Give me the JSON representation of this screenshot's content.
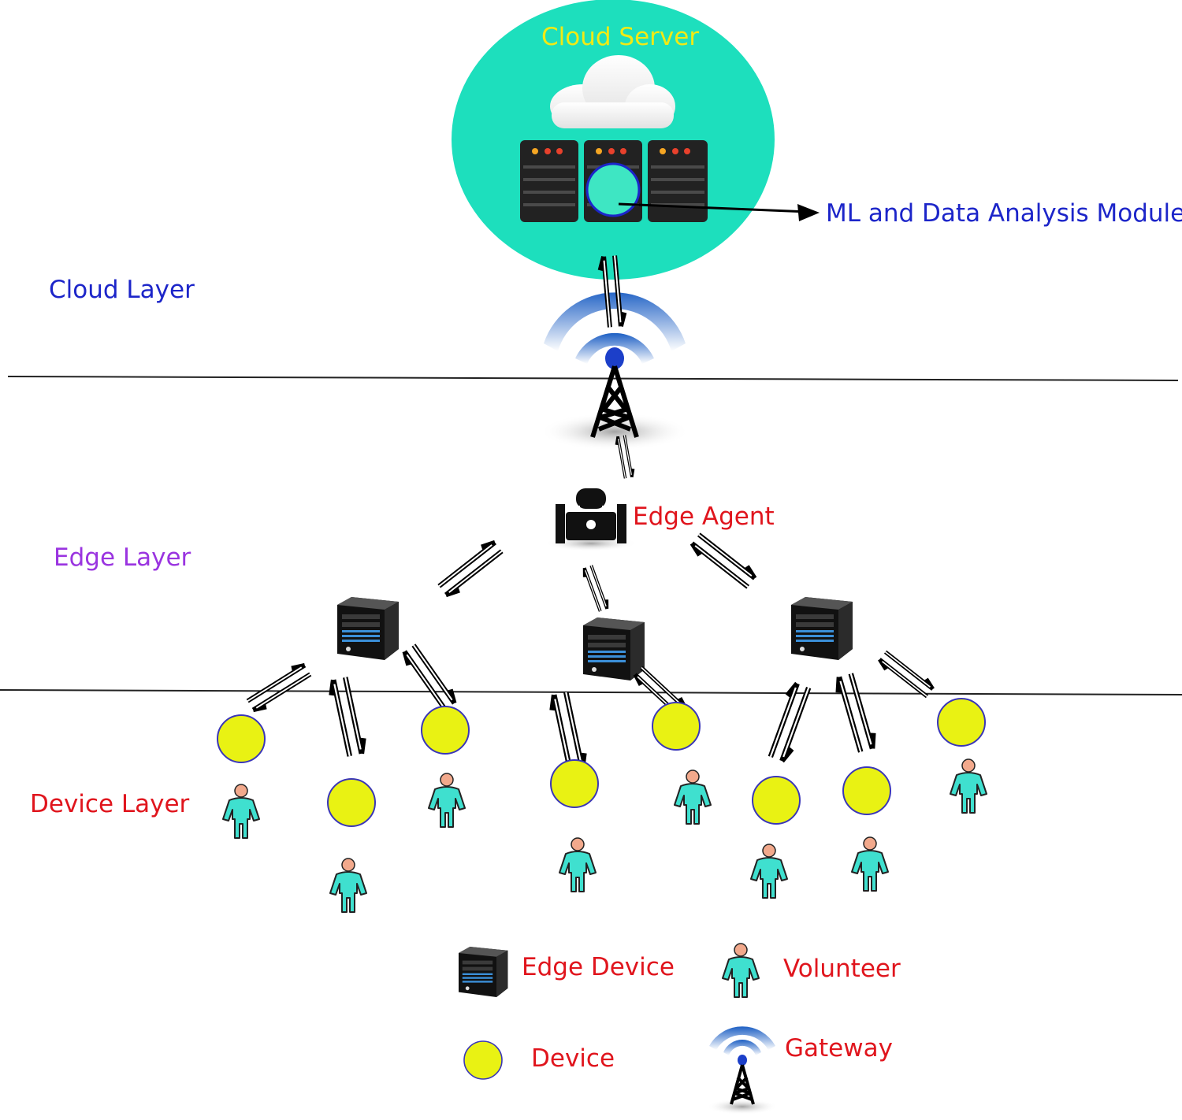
{
  "layers": {
    "cloud": {
      "label": "Cloud Layer",
      "color": "#1c25c9"
    },
    "edge": {
      "label": "Edge Layer",
      "color": "#9a34e0"
    },
    "device": {
      "label": "Device Layer",
      "color": "#e0151d"
    }
  },
  "cloud_server": {
    "label": "Cloud Server",
    "label_color": "#f2ea14",
    "fill": "#1ddfbd"
  },
  "ml_module": {
    "label": "ML and Data Analysis Module",
    "color": "#1c25c9"
  },
  "edge_agent": {
    "label": "Edge Agent",
    "color": "#e0151d"
  },
  "legend": {
    "edge_device": "Edge Device",
    "device": "Device",
    "volunteer": "Volunteer",
    "gateway": "Gateway",
    "color": "#e0151d"
  },
  "colors": {
    "device_fill": "#e9f213",
    "device_stroke": "#3a36b8",
    "volunteer_body": "#3fe0cf",
    "volunteer_head": "#f2a98c",
    "gateway_wave": "#1d5fc4",
    "server_dark": "#222222"
  }
}
